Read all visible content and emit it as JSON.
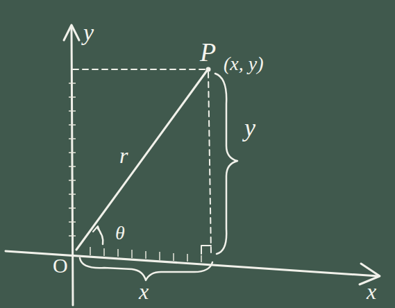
{
  "diagram": {
    "labels": [
      "y",
      "P",
      "(x, y)",
      "r",
      "y",
      "θ",
      "O",
      "x",
      "x"
    ]
  }
}
